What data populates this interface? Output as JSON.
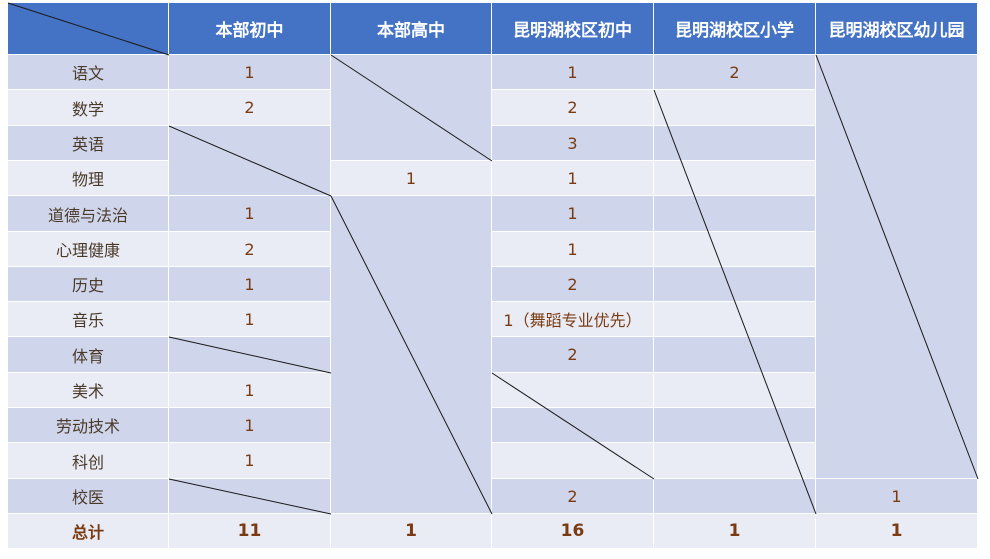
{
  "headers": [
    "本部初中",
    "本部高中",
    "昆明湖校区初中",
    "昆明湖校区小学",
    "昆明湖校区幼儿园"
  ],
  "subjects": [
    "语文",
    "数学",
    "英语",
    "物理",
    "道德与法治",
    "心理健康",
    "历史",
    "音乐",
    "体育",
    "美术",
    "劳动技术",
    "科创",
    "校医"
  ],
  "total_label": "总计",
  "columns": [
    {
      "values": [
        "1",
        "2",
        null,
        null,
        "1",
        "2",
        "1",
        "1",
        null,
        "1",
        "1",
        "1",
        null
      ]
    },
    {
      "values": [
        null,
        null,
        null,
        "1",
        null,
        null,
        null,
        null,
        null,
        null,
        null,
        null,
        null
      ]
    },
    {
      "values": [
        "1",
        "2",
        "3",
        "1",
        "1",
        "1",
        "2",
        "1（舞蹈专业优先）",
        "2",
        null,
        null,
        null,
        "2"
      ]
    },
    {
      "values": [
        "2",
        null,
        null,
        null,
        null,
        null,
        null,
        null,
        null,
        null,
        null,
        null,
        null
      ]
    },
    {
      "values": [
        null,
        null,
        null,
        null,
        null,
        null,
        null,
        null,
        null,
        null,
        null,
        null,
        "1"
      ]
    }
  ],
  "totals": [
    "11",
    "1",
    "16",
    "1",
    "1"
  ],
  "colors": {
    "header": "#4472c4",
    "row_dark": "#cfd5ea",
    "row_light": "#e9ecf5",
    "value_text": "#7a3b12",
    "slash_line": "#1a1a1a"
  }
}
